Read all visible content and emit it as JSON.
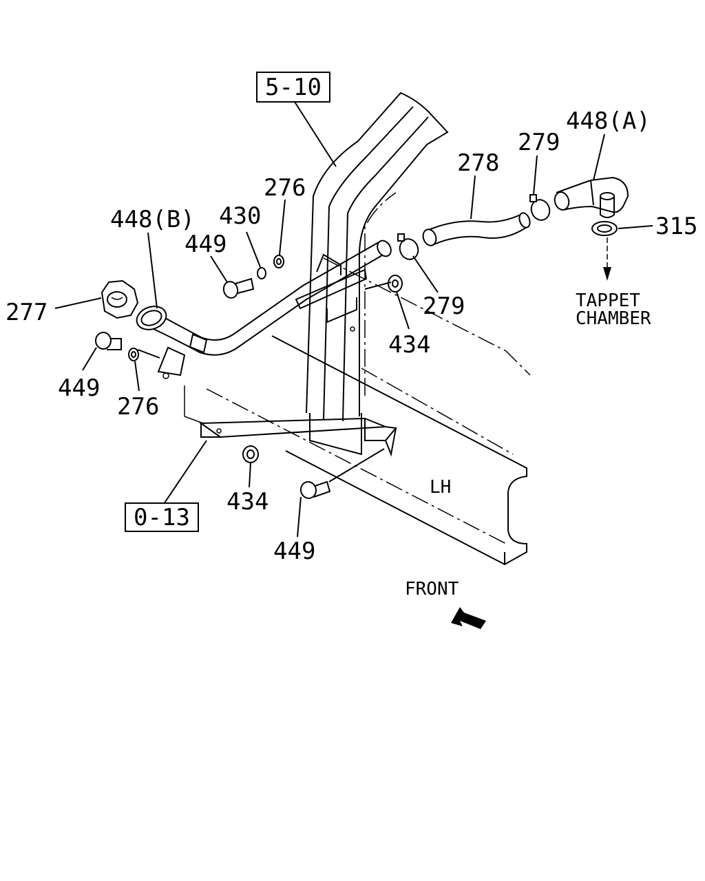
{
  "diagram": {
    "refs": {
      "ref_5_10": "5-10",
      "ref_0_13": "0-13"
    },
    "labels": {
      "p448a": "448(A)",
      "p279_top": "279",
      "p278": "278",
      "p315": "315",
      "p276_top": "276",
      "p430": "430",
      "p448b": "448(B)",
      "p449_top": "449",
      "p277": "277",
      "p279_mid": "279",
      "p434_right": "434",
      "p449_left": "449",
      "p276_left": "276",
      "p434_bottom": "434",
      "p449_bottom": "449"
    },
    "notes": {
      "tappet_line1": "TAPPET",
      "tappet_line2": "CHAMBER",
      "lh": "LH",
      "front": "FRONT"
    }
  }
}
